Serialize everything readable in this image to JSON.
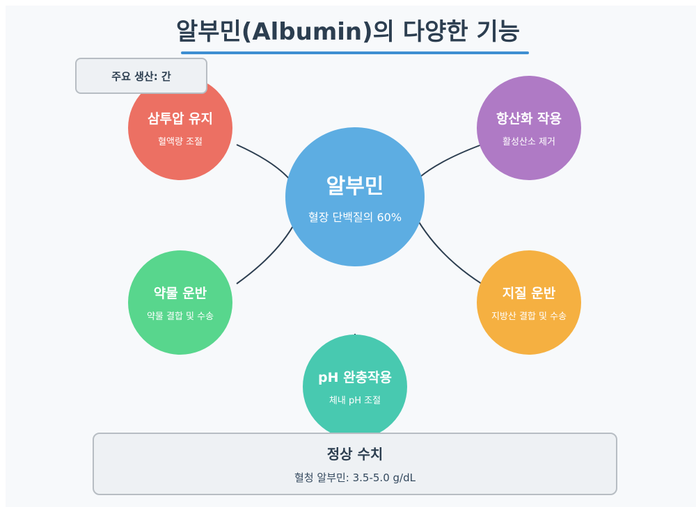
{
  "title": "알부민(Albumin)의 다양한 기능",
  "note": "주요 생산: 간",
  "center": {
    "label": "알부민",
    "sub": "혈장 단백질의 60%",
    "color": "#5dade2"
  },
  "nodes": {
    "osmotic": {
      "label": "삼투압 유지",
      "sub": "혈액량 조절",
      "color": "#ec7063"
    },
    "antiox": {
      "label": "항산화 작용",
      "sub": "활성산소 제거",
      "color": "#af7ac5"
    },
    "drug": {
      "label": "약물 운반",
      "sub": "약물 결합 및 수송",
      "color": "#58d68d"
    },
    "lipid": {
      "label": "지질 운반",
      "sub": "지방산 결합 및 수송",
      "color": "#f5b041"
    },
    "buffer": {
      "label": "pH 완충작용",
      "sub": "체내 pH 조절",
      "color": "#48c9b0"
    }
  },
  "normal": {
    "title": "정상 수치",
    "value": "혈청 알부민: 3.5-5.0 g/dL"
  }
}
